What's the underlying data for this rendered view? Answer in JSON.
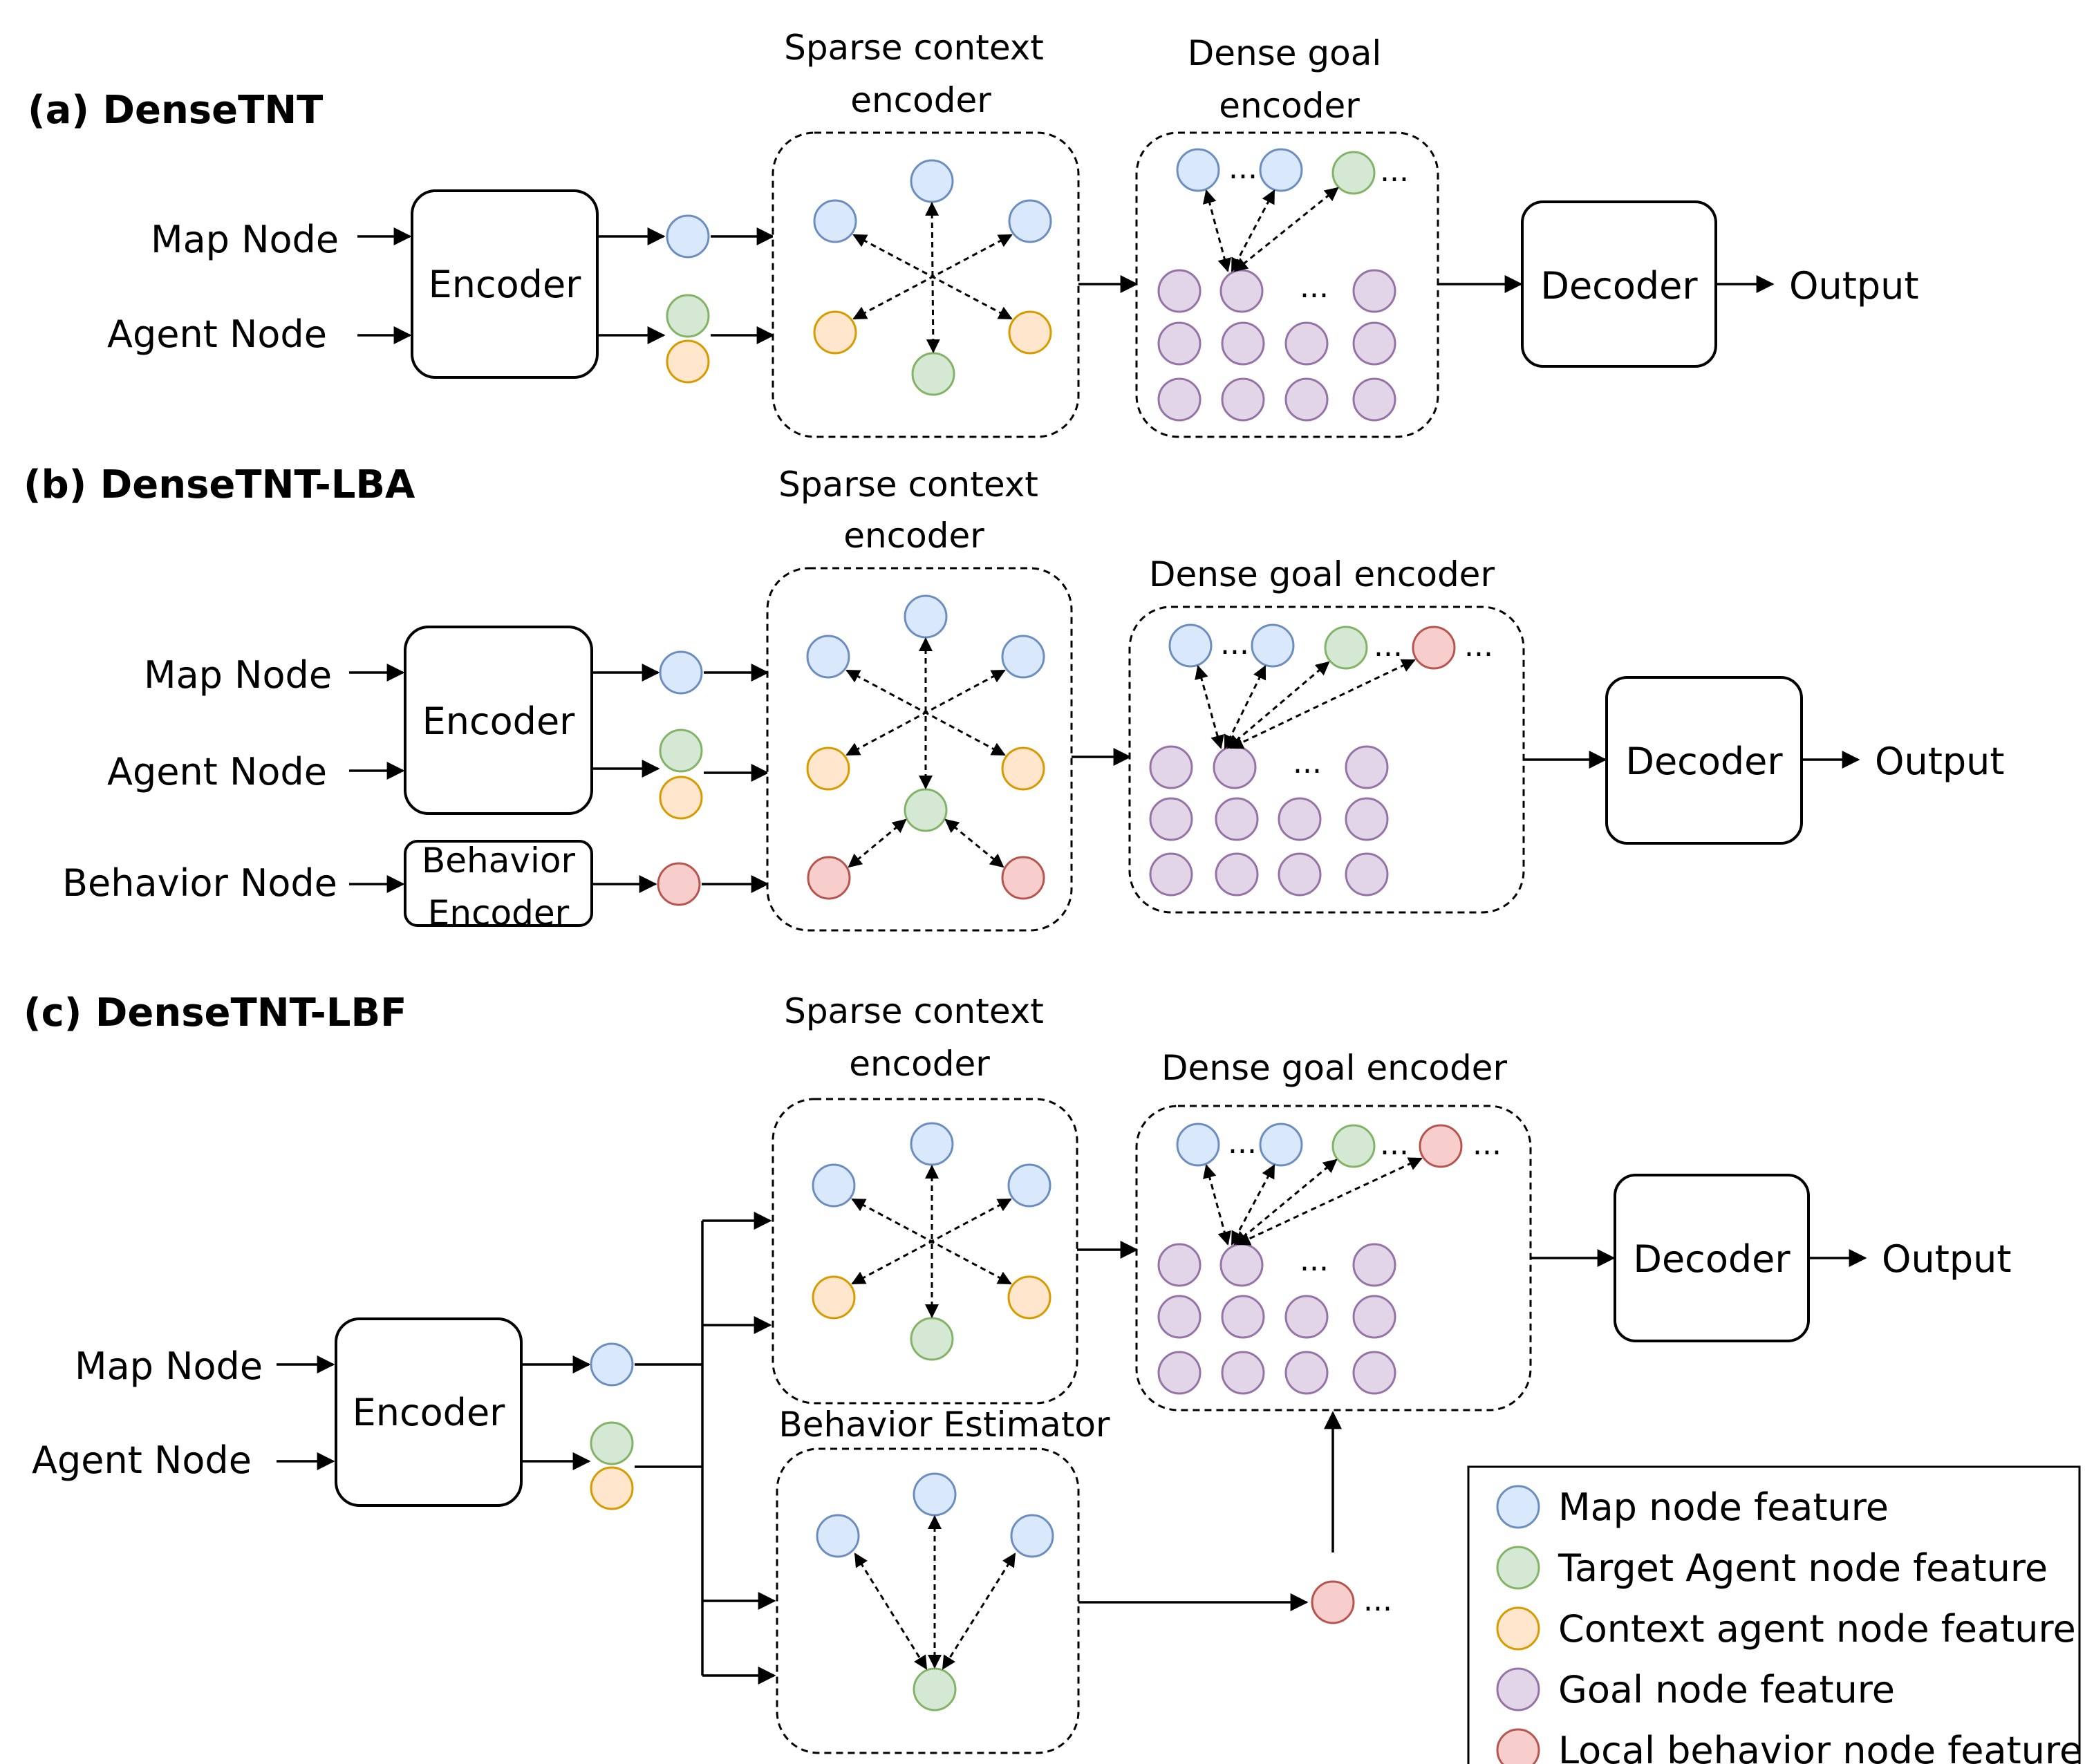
{
  "colors": {
    "map": {
      "fill": "#dae8fc",
      "stroke": "#6c8ebf"
    },
    "target": {
      "fill": "#d5e8d4",
      "stroke": "#82b366"
    },
    "context": {
      "fill": "#ffe6cc",
      "stroke": "#d79b00"
    },
    "goal": {
      "fill": "#e1d5e7",
      "stroke": "#9673a6"
    },
    "behavior": {
      "fill": "#f8cecc",
      "stroke": "#b85450"
    }
  },
  "panel_a": {
    "title": "(a) DenseTNT",
    "map_node": "Map Node",
    "agent_node": "Agent Node",
    "encoder": "Encoder",
    "sparse_line1": "Sparse context",
    "sparse_line2": "encoder",
    "dense_line1": "Dense goal",
    "dense_line2": "encoder",
    "decoder": "Decoder",
    "output": "Output"
  },
  "panel_b": {
    "title": "(b) DenseTNT-LBA",
    "map_node": "Map Node",
    "agent_node": "Agent Node",
    "behavior_node": "Behavior Node",
    "encoder": "Encoder",
    "behavior_encoder_line1": "Behavior",
    "behavior_encoder_line2": "Encoder",
    "sparse_line1": "Sparse context",
    "sparse_line2": "encoder",
    "dense": "Dense goal encoder",
    "decoder": "Decoder",
    "output": "Output"
  },
  "panel_c": {
    "title": "(c) DenseTNT-LBF",
    "map_node": "Map Node",
    "agent_node": "Agent Node",
    "encoder": "Encoder",
    "sparse_line1": "Sparse context",
    "sparse_line2": "encoder",
    "dense": "Dense goal encoder",
    "behavior_estimator": "Behavior Estimator",
    "decoder": "Decoder",
    "output": "Output"
  },
  "ellipsis": "...",
  "legend": [
    {
      "label": "Map node feature",
      "color": "map"
    },
    {
      "label": "Target Agent node feature",
      "color": "target"
    },
    {
      "label": "Context agent node feature",
      "color": "context"
    },
    {
      "label": "Goal node feature",
      "color": "goal"
    },
    {
      "label": "Local behavior node feature",
      "color": "behavior"
    }
  ]
}
